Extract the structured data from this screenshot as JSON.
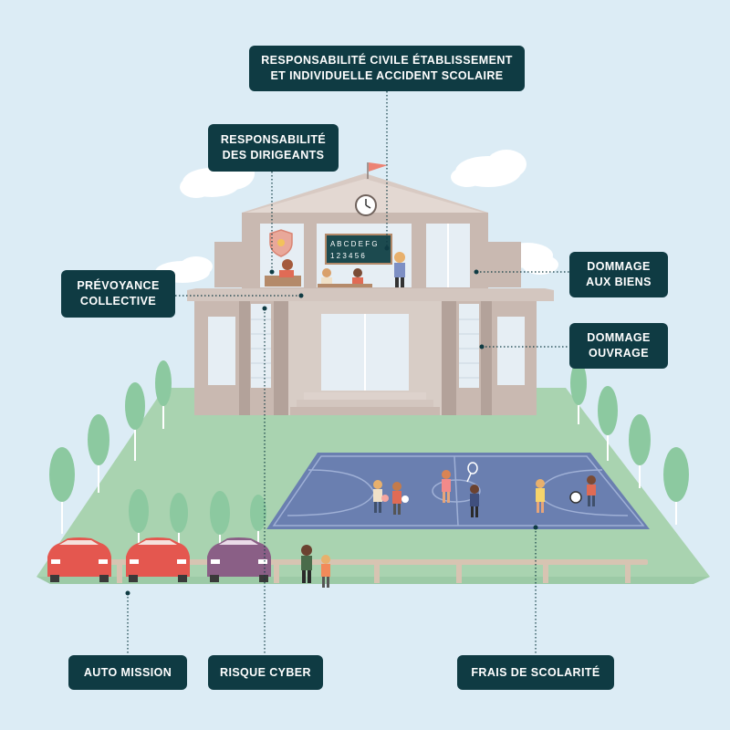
{
  "labels": {
    "rc": {
      "line1": "RESPONSABILITÉ CIVILE ÉTABLISSEMENT",
      "line2": "ET INDIVIDUELLE ACCIDENT SCOLAIRE"
    },
    "dirigeants": {
      "line1": "RESPONSABILITÉ",
      "line2": "DES DIRIGEANTS"
    },
    "prevoyance": {
      "line1": "PRÉVOYANCE",
      "line2": "COLLECTIVE"
    },
    "dommage_biens": {
      "line1": "DOMMAGE",
      "line2": "AUX BIENS"
    },
    "dommage_ouvrage": {
      "line1": "DOMMAGE",
      "line2": "OUVRAGE"
    },
    "auto_mission": {
      "line1": "AUTO MISSION"
    },
    "risque_cyber": {
      "line1": "RISQUE CYBER"
    },
    "frais_scolarite": {
      "line1": "FRAIS DE SCOLARITÉ"
    }
  },
  "chalkboard": {
    "row1": "A B C D E F G",
    "row2": "1 2 3 4 5 6"
  },
  "colors": {
    "sky": "#dcecf5",
    "label_bg": "#0f3b43",
    "building": "#c9b9b1",
    "building_dark": "#b3a29a",
    "lawn": "#a9d3b0",
    "court": "#6a7fb0",
    "tree": "#8cc9a0",
    "car_red": "#e4574f",
    "car_purple": "#8a5f86"
  },
  "icons": [
    "clock-icon",
    "flag-icon",
    "shield-icon",
    "tennis-racket-icon",
    "soccer-ball-icon"
  ]
}
